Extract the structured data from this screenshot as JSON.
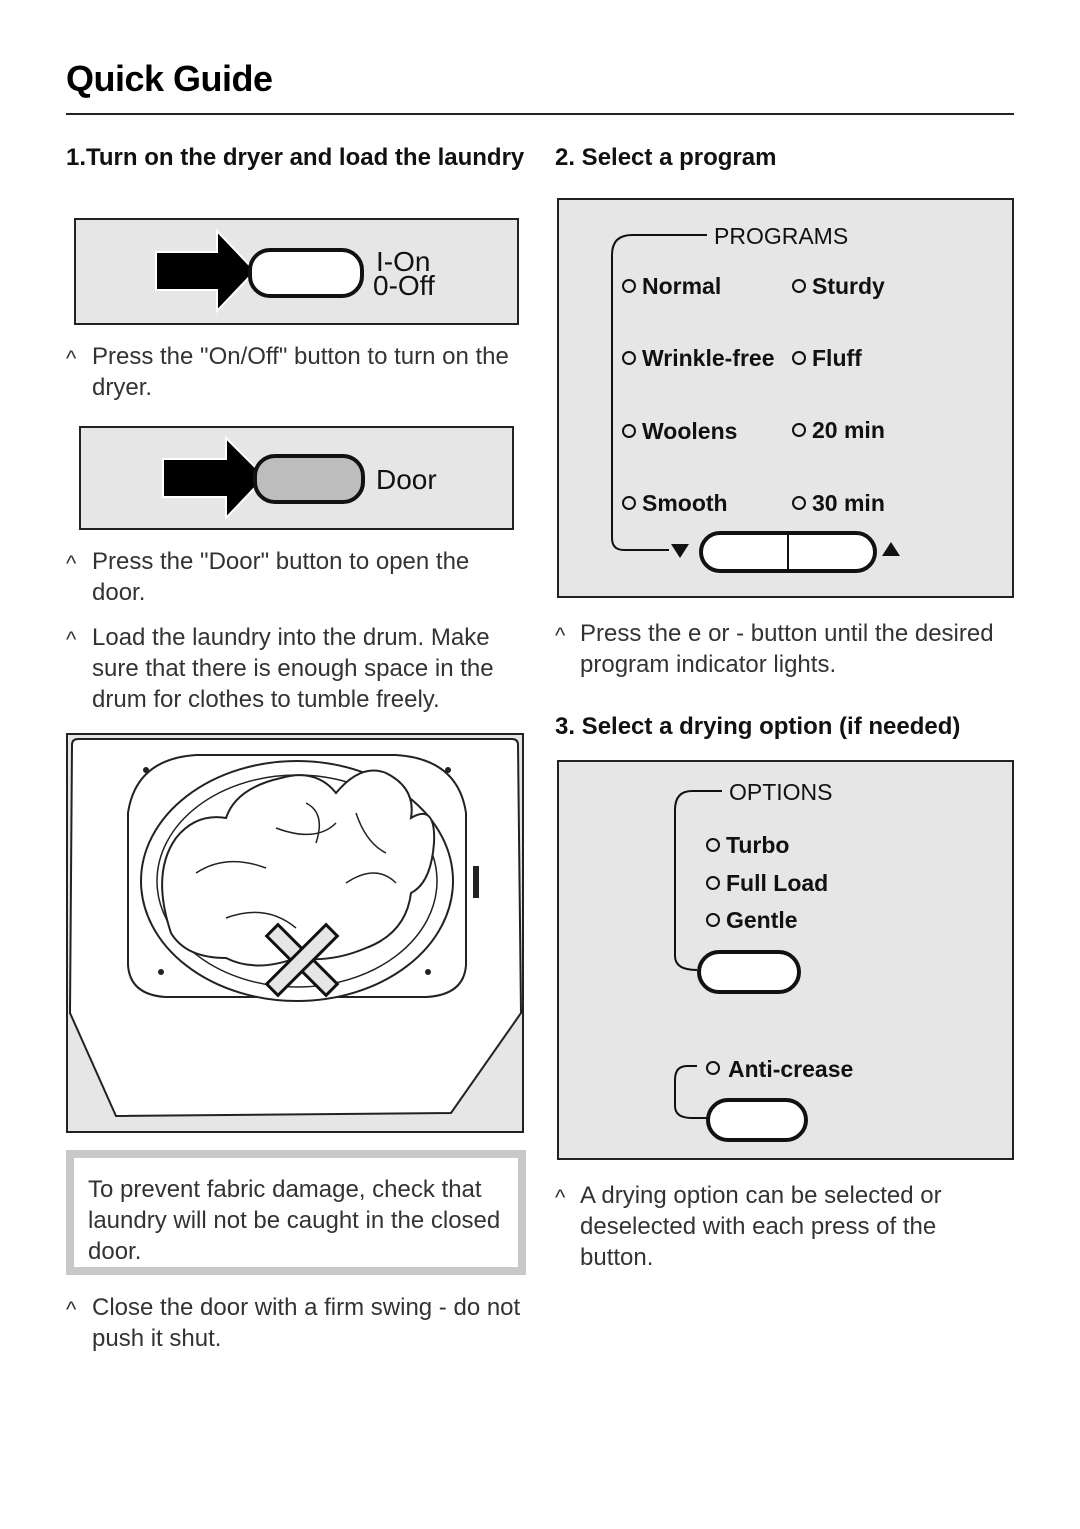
{
  "header": {
    "title": "Quick Guide"
  },
  "section1": {
    "heading": "1.Turn on the dryer and load the laundry",
    "onoff_panel": {
      "label_on": "I-On",
      "label_off": "0-Off"
    },
    "step_onoff": "Press the \"On/Off\" button to turn on the dryer.",
    "door_panel": {
      "label": "Door"
    },
    "step_door": "Press the \"Door\" button to open the door.",
    "step_load": "Load the laundry into the drum. Make sure that there is enough space in the drum for clothes to tumble freely.",
    "warning": "To prevent fabric damage, check that laundry will not be caught in the closed door.",
    "step_close": "Close the door with a firm swing - do not push it shut."
  },
  "section2": {
    "heading": "2. Select a program",
    "panel_title": "PROGRAMS",
    "programs": [
      "Normal",
      "Sturdy",
      "Wrinkle-free",
      "Fluff",
      "Woolens",
      "20 min",
      "Smooth",
      "30 min"
    ],
    "step_text": "Press the e  or -   button until the desired program indicator lights."
  },
  "section3": {
    "heading": "3. Select a drying option (if needed)",
    "panel_title": "OPTIONS",
    "options": [
      "Turbo",
      "Full Load",
      "Gentle"
    ],
    "anticrease_label": "Anti-crease",
    "step_text": "A drying option can be selected or deselected with each press of the button."
  },
  "bullet_char": "^",
  "colors": {
    "panel_bg": "#e6e6e6",
    "warning_border": "#c8c8c8",
    "door_button": "#bdbdbd"
  },
  "icons": [
    "arrow-right-icon",
    "arrow-down-icon",
    "arrow-up-icon",
    "indicator-ring-icon",
    "dryer-drum-illustration",
    "x-mark-icon"
  ]
}
